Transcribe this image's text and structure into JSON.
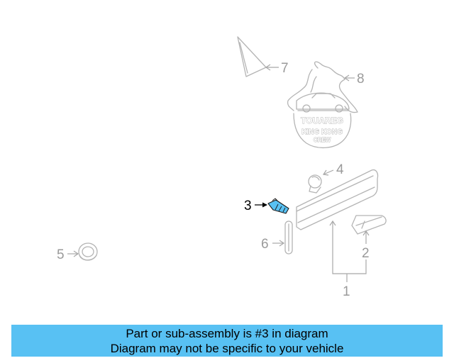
{
  "diagram": {
    "callouts": [
      {
        "id": "1",
        "label": "1",
        "highlighted": false
      },
      {
        "id": "2",
        "label": "2",
        "highlighted": false
      },
      {
        "id": "3",
        "label": "3",
        "highlighted": true
      },
      {
        "id": "4",
        "label": "4",
        "highlighted": false
      },
      {
        "id": "5",
        "label": "5",
        "highlighted": false
      },
      {
        "id": "6",
        "label": "6",
        "highlighted": false
      },
      {
        "id": "7",
        "label": "7",
        "highlighted": false
      },
      {
        "id": "8",
        "label": "8",
        "highlighted": false
      }
    ],
    "emblem": {
      "line1": "TOUAREG",
      "line2": "KING KONG",
      "line3": "CREW"
    },
    "highlight_color": "#58c1f3",
    "part_color": "#b4b4b4"
  },
  "banner": {
    "line1": "Part or sub-assembly is #3 in diagram",
    "line2": "Diagram may not be specific to your vehicle",
    "background": "#58c1f3"
  }
}
